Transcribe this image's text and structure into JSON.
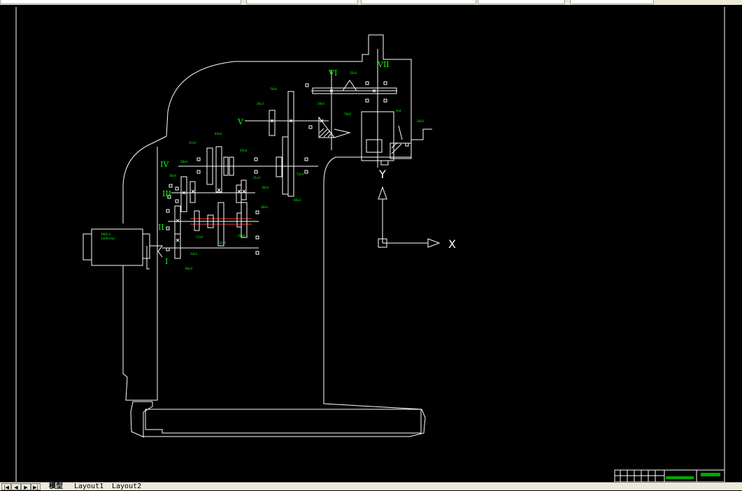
{
  "drawing": {
    "roman_labels": {
      "i": "I",
      "ii": "II",
      "iii": "III",
      "iv": "IV",
      "v": "V",
      "vi": "VI",
      "vii": "VII"
    },
    "ucs": {
      "x_label": "X",
      "y_label": "Y"
    },
    "colors": {
      "background": "#000000",
      "linework": "#ffffff",
      "annotation": "#00ff00",
      "highlight": "#ff3333"
    }
  },
  "tabs": {
    "nav": [
      "|◀",
      "◀",
      "▶",
      "▶|"
    ],
    "items": [
      {
        "label": "模型",
        "active": true
      },
      {
        "label": "Layout1",
        "active": false
      },
      {
        "label": "Layout2",
        "active": false
      }
    ]
  }
}
